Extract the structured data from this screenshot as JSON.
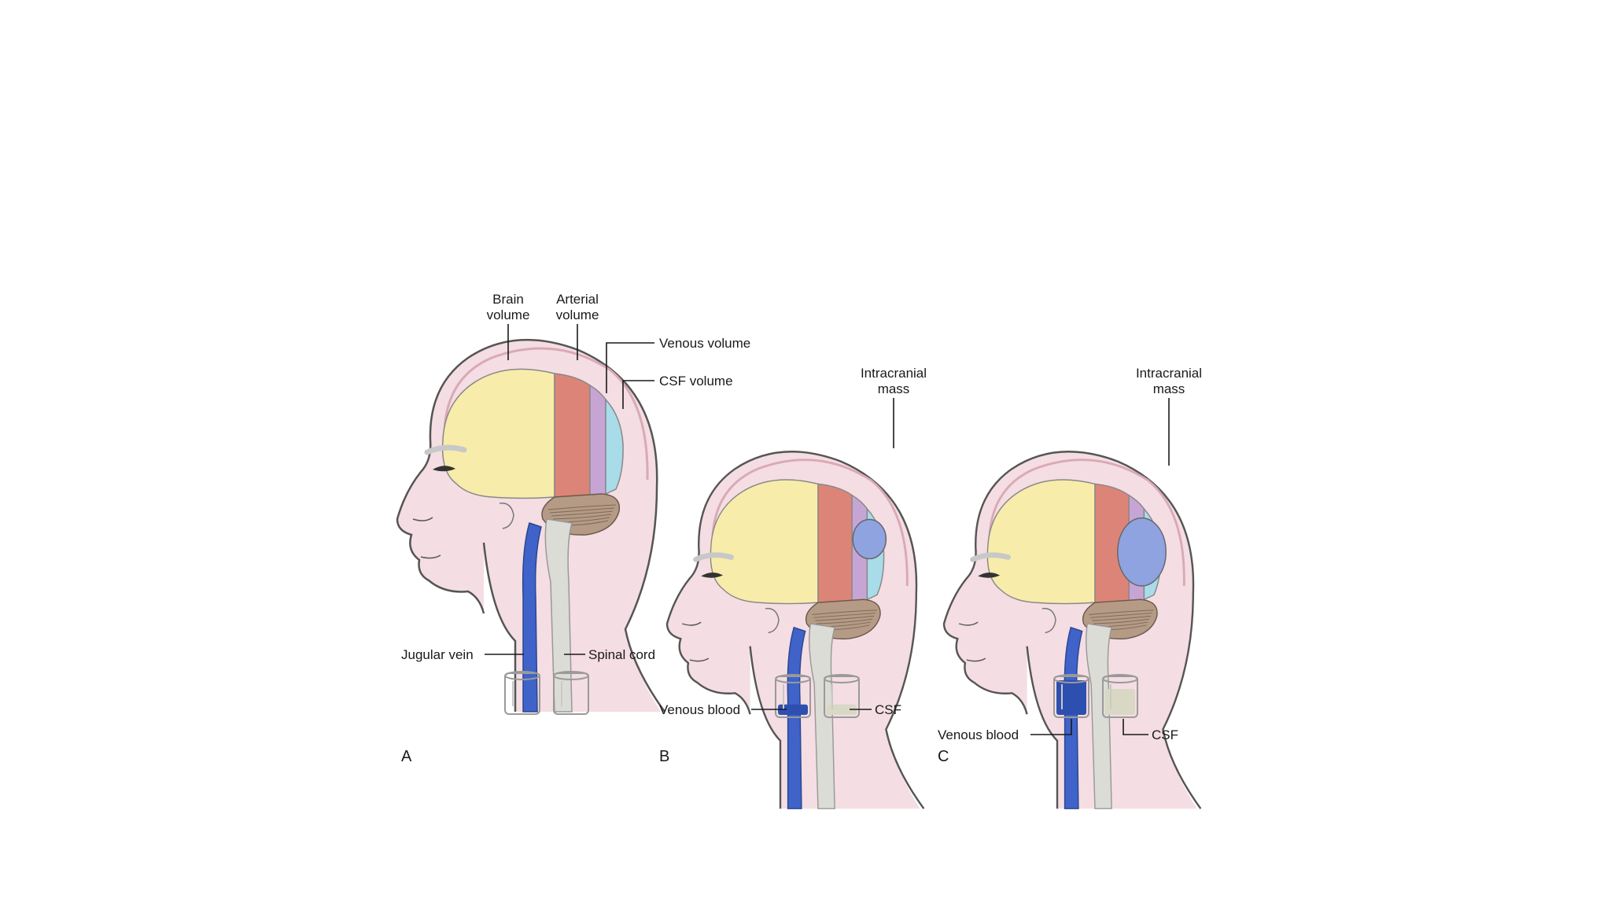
{
  "colors": {
    "skin": "#f4dde3",
    "skin_outline": "#555555",
    "brain": "#f7ecaa",
    "arterial": "#dd8478",
    "venous": "#c6a5d5",
    "csf": "#a8dce8",
    "mass": "#8ea3e0",
    "cerebellum": "#b59b86",
    "spine": "#dcdcd6",
    "jugular": "#3f63c8",
    "brow": "#c8c8c8",
    "jar": "#9a9a9a",
    "venous_blood_fill": "#2d4fb0",
    "csf_fill": "#d8d8c4"
  },
  "panel_a": {
    "letter": "A",
    "brain_volume": [
      "Brain",
      "volume"
    ],
    "arterial_volume": [
      "Arterial",
      "volume"
    ],
    "venous_volume": "Venous volume",
    "csf_volume": "CSF volume",
    "jugular_vein": "Jugular vein",
    "spinal_cord": "Spinal cord"
  },
  "panel_b": {
    "letter": "B",
    "mass": [
      "Intracranial",
      "mass"
    ],
    "venous_blood": "Venous blood",
    "csf": "CSF",
    "venous_fill_level": 0.3,
    "csf_fill_level": 0.3
  },
  "panel_c": {
    "letter": "C",
    "mass": [
      "Intracranial",
      "mass"
    ],
    "venous_blood": "Venous blood",
    "csf": "CSF",
    "venous_fill_level": 1.0,
    "csf_fill_level": 0.75
  }
}
